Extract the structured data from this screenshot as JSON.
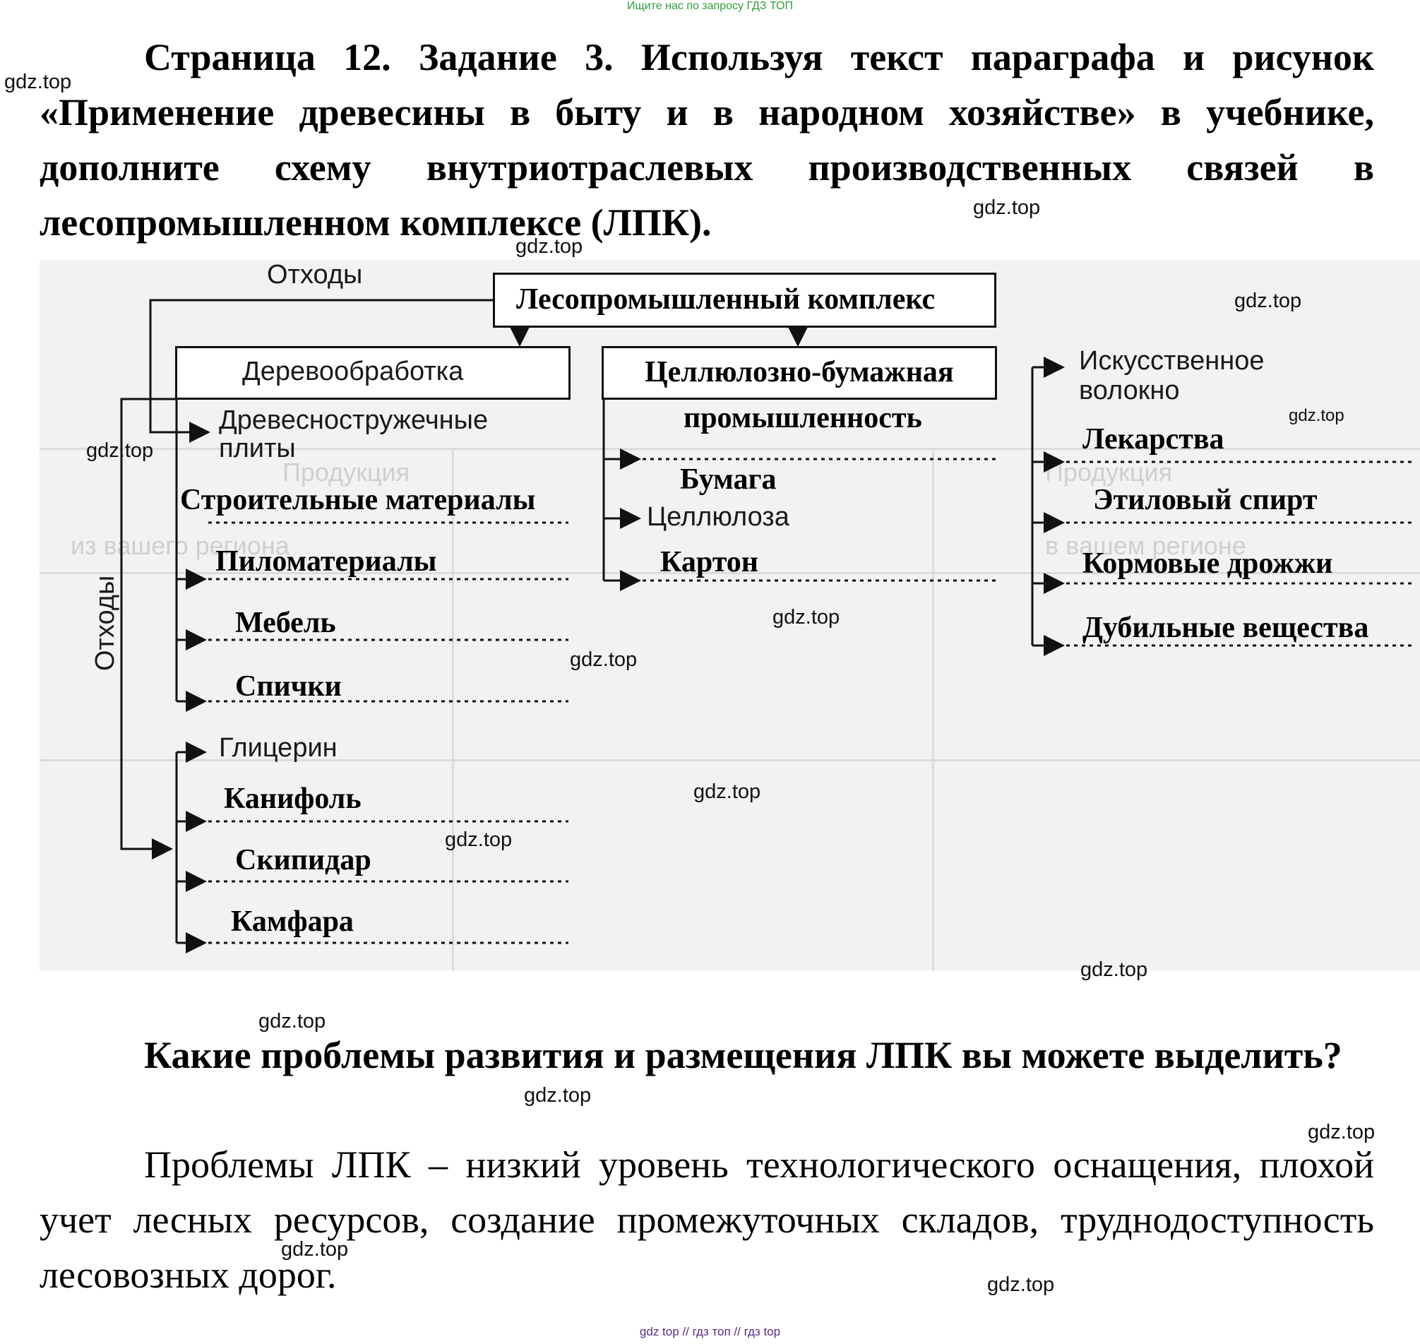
{
  "top_banner": "Ищите нас по запросу ГДЗ ТОП",
  "bottom_banner": "gdz top  //  гдз топ  //  гдз top",
  "task_text": "Страница 12. Задание 3. Используя текст параграфа и рисунок «Применение древесины в быту и в народном хозяйстве» в учебнике, дополните схему внутриотраслевых производственных связей в лесопромышленном комплексе (ЛПК).",
  "diagram": {
    "root": "Лесопромышленный комплекс",
    "waste_top": "Отходы",
    "waste_side": "Отходы",
    "woodworking": "Деревообработка",
    "pulp_line1": "Целлюлозно-бумажная",
    "pulp_line2": "промышленность",
    "wood_products": [
      "Древесностружечные плиты",
      "Строительные материалы",
      "Пиломатериалы",
      "Мебель",
      "Спички"
    ],
    "waste_products": [
      "Глицерин",
      "Канифоль",
      "Скипидар",
      "Камфара"
    ],
    "pulp_products": [
      "Бумага",
      "Целлюлоза",
      "Картон"
    ],
    "chem_products": [
      "Искусственное волокно",
      "Лекарства",
      "Этиловый спирт",
      "Кормовые дрожжи",
      "Дубильные вещества"
    ],
    "background_fragments": [
      "Продукция",
      "в вашем регионе",
      "из вашего региона"
    ]
  },
  "question": "Какие проблемы развития и размещения ЛПК вы можете выделить?",
  "answer": "Проблемы ЛПК – низкий уровень технологического оснащения, плохой учет лесных ресурсов, создание промежуточных складов, труднодоступность лесовозных дорог.",
  "watermark": "gdz.top"
}
